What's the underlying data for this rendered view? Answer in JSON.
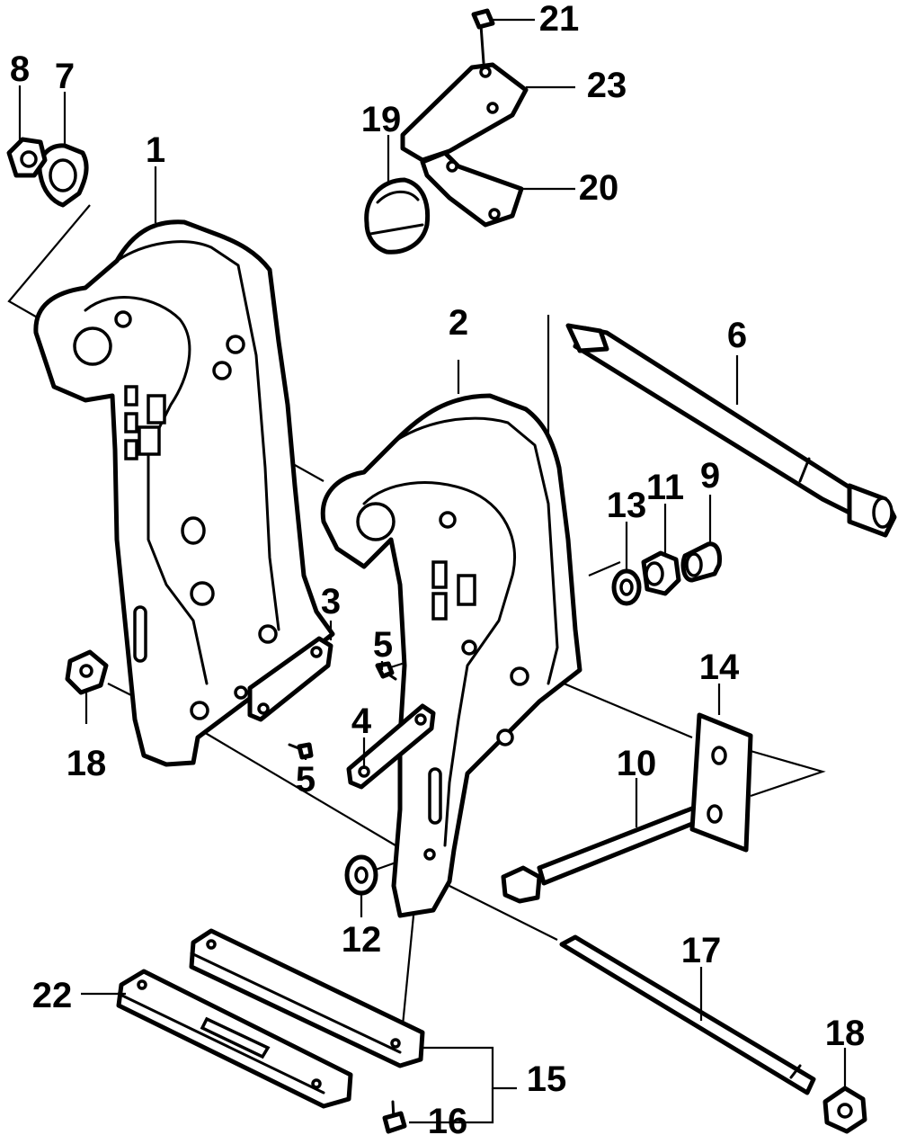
{
  "callouts": {
    "c1": "1",
    "c2": "2",
    "c3": "3",
    "c4": "4",
    "c5a": "5",
    "c5b": "5",
    "c6": "6",
    "c7": "7",
    "c8": "8",
    "c9": "9",
    "c10": "10",
    "c11": "11",
    "c12": "12",
    "c13": "13",
    "c14": "14",
    "c15": "15",
    "c16": "16",
    "c17": "17",
    "c18a": "18",
    "c18b": "18",
    "c19": "19",
    "c20": "20",
    "c21": "21",
    "c22": "22",
    "c23": "23"
  },
  "colors": {
    "ink": "#000000",
    "paper": "#ffffff"
  }
}
